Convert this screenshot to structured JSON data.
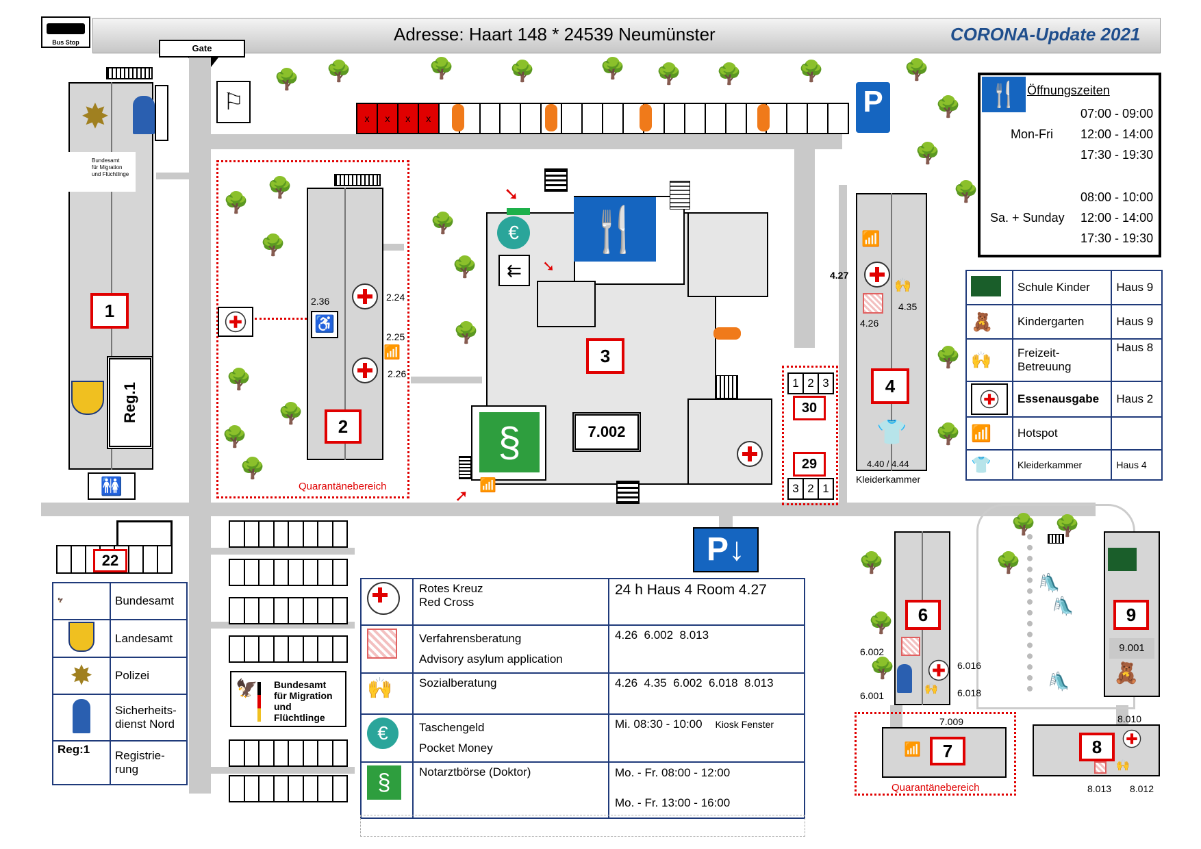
{
  "header": {
    "bus_stop": "Bus Stop",
    "gate": "Gate",
    "address": "Adresse: Haart 148 * 24539 Neumünster",
    "update": "CORONA-Update 2021"
  },
  "hours": {
    "title": "Öffnungszeiten",
    "weekday_label": "Mon-Fri",
    "weekday_times": [
      "07:00 - 09:00",
      "12:00 - 14:00",
      "17:30 - 19:30"
    ],
    "weekend_label": "Sa. + Sunday",
    "weekend_times": [
      "08:00 - 10:00",
      "12:00 - 14:00",
      "17:30 - 19:30"
    ]
  },
  "parking_reserved_marks": [
    "x",
    "x",
    "x",
    "x"
  ],
  "buildings": {
    "b1": "1",
    "b2": "2",
    "b3": "3",
    "b4": "4",
    "b6": "6",
    "b7": "7",
    "b8": "8",
    "b9": "9",
    "b22": "22",
    "b29": "29",
    "b30": "30",
    "reg1": "Reg.1",
    "room_7002": "7.002"
  },
  "room_labels": {
    "r236": "2.36",
    "r224": "2.24",
    "r225": "2.25",
    "r226": "2.26",
    "r427": "4.27",
    "r426": "4.26",
    "r435": "4.35",
    "r440": "4.40 / 4.44",
    "kleiderkammer": "Kleiderkammer",
    "r6002": "6.002",
    "r6001": "6.001",
    "r6016": "6.016",
    "r6018": "6.018",
    "r7009": "7.009",
    "r9001": "9.001",
    "r8010": "8.010",
    "r8013": "8.013",
    "r8012": "8.012",
    "quarantine": "Quarantänebereich",
    "top_row": [
      "1",
      "2",
      "3"
    ],
    "bottom_row": [
      "3",
      "2",
      "1"
    ]
  },
  "bamf_text": [
    "Bundesamt",
    "für Migration",
    "und Flüchtlinge"
  ],
  "legend_right": [
    {
      "icon": "school-icon",
      "name": "Schule Kinder",
      "house": "Haus 9"
    },
    {
      "icon": "kindergarten-icon",
      "name": "Kindergarten",
      "house": "Haus 9"
    },
    {
      "icon": "people-icon",
      "name": "Freizeit-\nBetreuung",
      "house": "Haus 8"
    },
    {
      "icon": "red-cross-icon",
      "name": "Essenausgabe",
      "house": "Haus 2"
    },
    {
      "icon": "wifi-hotspot-icon",
      "name": "Hotspot",
      "house": ""
    },
    {
      "icon": "clothes-icon",
      "name": "Kleiderkammer",
      "house": "Haus 4"
    }
  ],
  "legend_left": [
    {
      "icon": "bamf-logo-icon",
      "name": "Bundesamt"
    },
    {
      "icon": "coat-of-arms-icon",
      "name": "Landesamt"
    },
    {
      "icon": "police-star-icon",
      "name": "Polizei"
    },
    {
      "icon": "security-guard-icon",
      "name": "Sicherheits-\ndienst Nord"
    },
    {
      "icon": "",
      "key": "Reg:1",
      "name": "Registrie-\nrung"
    }
  ],
  "services": [
    {
      "icon": "red-cross-icon",
      "name": "Rotes Kreuz\nRed Cross",
      "info": "24 h Haus 4 Room 4.27",
      "extra": ""
    },
    {
      "icon": "maze-icon",
      "name": "Verfahrensberatung\nAdvisory asylum application",
      "info": "4.26  6.002  8.013",
      "extra": ""
    },
    {
      "icon": "social-icon",
      "name": "Sozialberatung",
      "info": "4.26  4.35  6.002  6.018  8.013",
      "extra": ""
    },
    {
      "icon": "euro-icon",
      "name": "Taschengeld\nPocket Money",
      "info": "Mi. 08:30 - 10:00",
      "extra": "Kiosk Fenster"
    },
    {
      "icon": "medical-icon",
      "name": "Notarztbörse (Doktor)",
      "info": "Mo. - Fr. 08:00 - 12:00\n\nMo. - Fr. 13:00 - 16:00",
      "extra": ""
    }
  ],
  "colors": {
    "accent_red": "#e00000",
    "blue": "#1565c0",
    "green": "#2e9e3e",
    "road": "#c9c9c9"
  }
}
